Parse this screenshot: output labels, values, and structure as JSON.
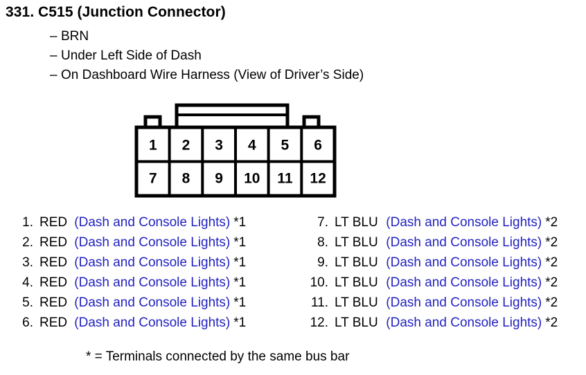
{
  "header": {
    "item_number": "331.",
    "title": "C515 (Junction Connector)",
    "details": [
      "BRN",
      "Under Left Side of Dash",
      "On Dashboard Wire Harness (View of Driver’s Side)"
    ],
    "dash": "–"
  },
  "connector": {
    "rows": [
      [
        "1",
        "2",
        "3",
        "4",
        "5",
        "6"
      ],
      [
        "7",
        "8",
        "9",
        "10",
        "11",
        "12"
      ]
    ],
    "cavity_count": 12,
    "outline_color": "#000000"
  },
  "pins": {
    "left": [
      {
        "index": "1.",
        "color": "RED",
        "circuit": "(Dash and Console Lights)",
        "note": "*1"
      },
      {
        "index": "2.",
        "color": "RED",
        "circuit": "(Dash and Console Lights)",
        "note": "*1"
      },
      {
        "index": "3.",
        "color": "RED",
        "circuit": "(Dash and Console Lights)",
        "note": "*1"
      },
      {
        "index": "4.",
        "color": "RED",
        "circuit": "(Dash and Console Lights)",
        "note": "*1"
      },
      {
        "index": "5.",
        "color": "RED",
        "circuit": "(Dash and Console Lights)",
        "note": "*1"
      },
      {
        "index": "6.",
        "color": "RED",
        "circuit": "(Dash and Console Lights)",
        "note": "*1"
      }
    ],
    "right": [
      {
        "index": "7.",
        "color": "LT BLU",
        "circuit": "(Dash and Console Lights)",
        "note": "*2"
      },
      {
        "index": "8.",
        "color": "LT BLU",
        "circuit": "(Dash and Console Lights)",
        "note": "*2"
      },
      {
        "index": "9.",
        "color": "LT BLU",
        "circuit": "(Dash and Console Lights)",
        "note": "*2"
      },
      {
        "index": "10.",
        "color": "LT BLU",
        "circuit": "(Dash and Console Lights)",
        "note": "*2"
      },
      {
        "index": "11.",
        "color": "LT BLU",
        "circuit": "(Dash and Console Lights)",
        "note": "*2"
      },
      {
        "index": "12.",
        "color": "LT BLU",
        "circuit": "(Dash and Console Lights)",
        "note": "*2"
      }
    ],
    "circuit_color": "#2222c0"
  },
  "footnote": "* = Terminals connected by the same bus bar"
}
